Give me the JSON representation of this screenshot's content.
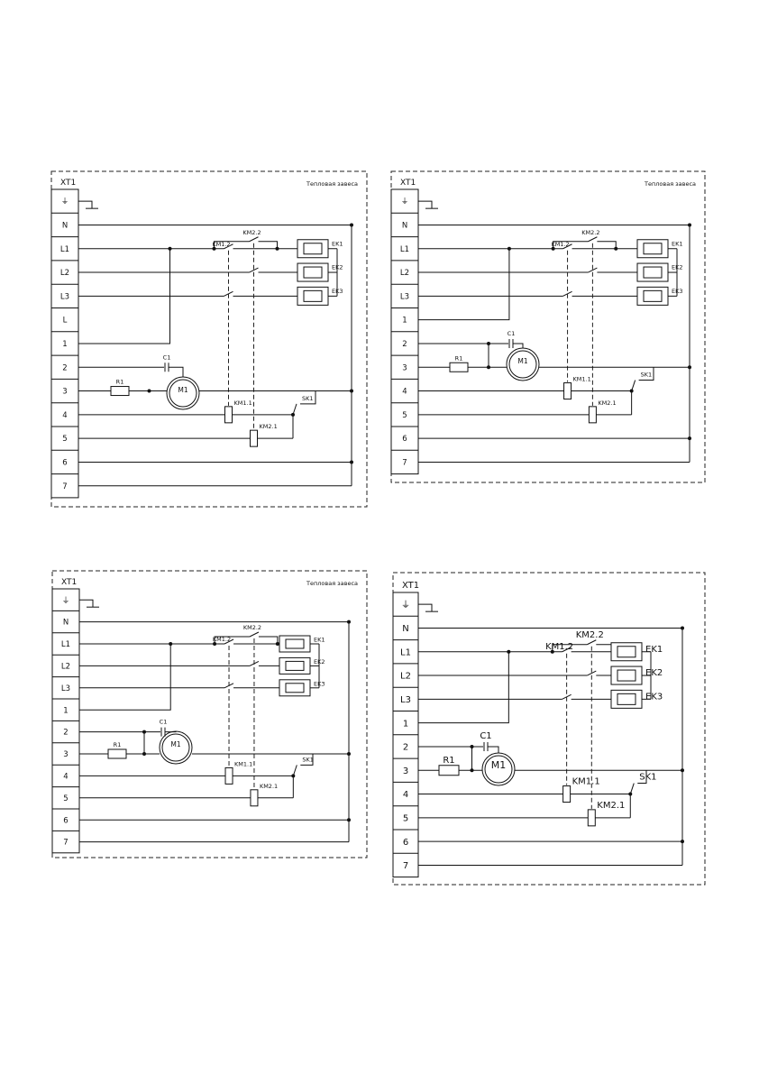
{
  "strip": {
    "name": "XT1",
    "terminals": [
      "⏚",
      "N",
      "L1",
      "L2",
      "L3",
      "L",
      "1",
      "2",
      "3",
      "4",
      "5",
      "6",
      "7"
    ]
  },
  "diagrams": [
    {
      "title": "Тепловая завеса",
      "terminals": [
        "⏚",
        "N",
        "L1",
        "L2",
        "L3",
        "L",
        "1",
        "2",
        "3",
        "4",
        "5",
        "6",
        "7"
      ],
      "labels": {
        "km22": "KM2.2",
        "km12": "KM1.2",
        "ek1": "EK1",
        "ek2": "EK2",
        "ek3": "EK3",
        "c1": "C1",
        "r1": "R1",
        "m1": "M1",
        "km11": "KM1.1",
        "km21": "KM2.1",
        "sk1": "SK1"
      }
    },
    {
      "title": "Тепловая завеса",
      "terminals": [
        "⏚",
        "N",
        "L1",
        "L2",
        "L3",
        "1",
        "2",
        "3",
        "4",
        "5",
        "6",
        "7"
      ],
      "labels": {
        "km22": "KM2.2",
        "km12": "KM1.2",
        "ek1": "EK1",
        "ek2": "EK2",
        "ek3": "EK3",
        "c1": "C1",
        "r1": "R1",
        "m1": "M1",
        "km11": "KM1.1",
        "km21": "KM2.1",
        "sk1": "SK1"
      }
    },
    {
      "title": "Тепловая завеса",
      "terminals": [
        "⏚",
        "N",
        "L1",
        "L2",
        "L3",
        "1",
        "2",
        "3",
        "4",
        "5",
        "6",
        "7"
      ],
      "labels": {
        "km22": "KM2.2",
        "km12": "KM1.2",
        "ek1": "EK1",
        "ek2": "EK2",
        "ek3": "EK3",
        "c1": "C1",
        "r1": "R1",
        "m1": "M1",
        "km11": "KM1.1",
        "km21": "KM2.1",
        "sk1": "SK1"
      }
    },
    {
      "title": "",
      "terminals": [
        "⏚",
        "N",
        "L1",
        "L2",
        "L3",
        "1",
        "2",
        "3",
        "4",
        "5",
        "6",
        "7"
      ],
      "labels": {
        "km22": "KM2.2",
        "km12": "KM1.2",
        "ek1": "EK1",
        "ek2": "EK2",
        "ek3": "EK3",
        "c1": "C1",
        "r1": "R1",
        "m1": "M1",
        "km11": "KM1.1",
        "km21": "KM2.1",
        "sk1": "SK1"
      }
    }
  ]
}
